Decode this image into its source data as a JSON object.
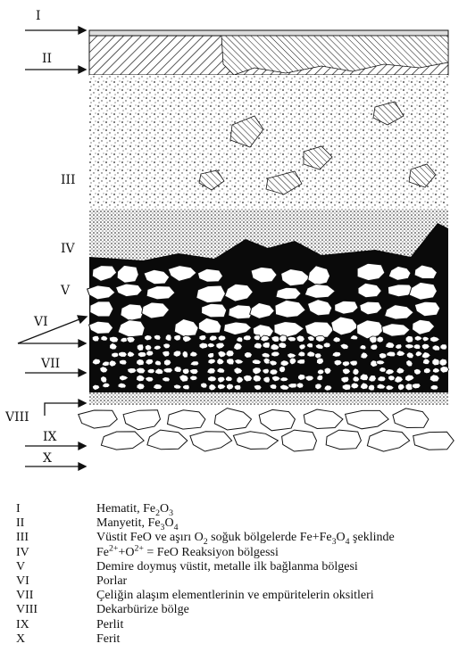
{
  "figure": {
    "zone_labels": [
      "I",
      "II",
      "III",
      "IV",
      "V",
      "VI",
      "VII",
      "VIII",
      "IX",
      "X"
    ]
  },
  "legend": [
    {
      "num": "I",
      "text_html": "Hematit, Fe<sub>2</sub>O<sub>3</sub>"
    },
    {
      "num": "II",
      "text_html": "Manyetit, Fe<sub>3</sub>O<sub>4</sub>"
    },
    {
      "num": "III",
      "text_html": "Vüstit FeO ve aşırı O<sub>2</sub> soğuk bölgelerde Fe+Fe<sub>3</sub>O<sub>4</sub> şeklinde"
    },
    {
      "num": "IV",
      "text_html": "Fe<sup>2+</sup>+O<sup>2+</sup> = FeO Reaksiyon bölgessi"
    },
    {
      "num": "V",
      "text_html": "Demire doymuş vüstit, metalle ilk bağlanma bölgesi"
    },
    {
      "num": "VI",
      "text_html": "Porlar"
    },
    {
      "num": "VII",
      "text_html": "Çeliğin alaşım elementlerinin ve empüritelerin oksitleri"
    },
    {
      "num": "VIII",
      "text_html": "Dekarbürize bölge"
    },
    {
      "num": "IX",
      "text_html": "Perlit"
    },
    {
      "num": "X",
      "text_html": "Ferit"
    }
  ],
  "colors": {
    "ink": "#111111",
    "paper": "#ffffff",
    "dark": "#0a0a0a",
    "grey": "#bdbdbd"
  }
}
